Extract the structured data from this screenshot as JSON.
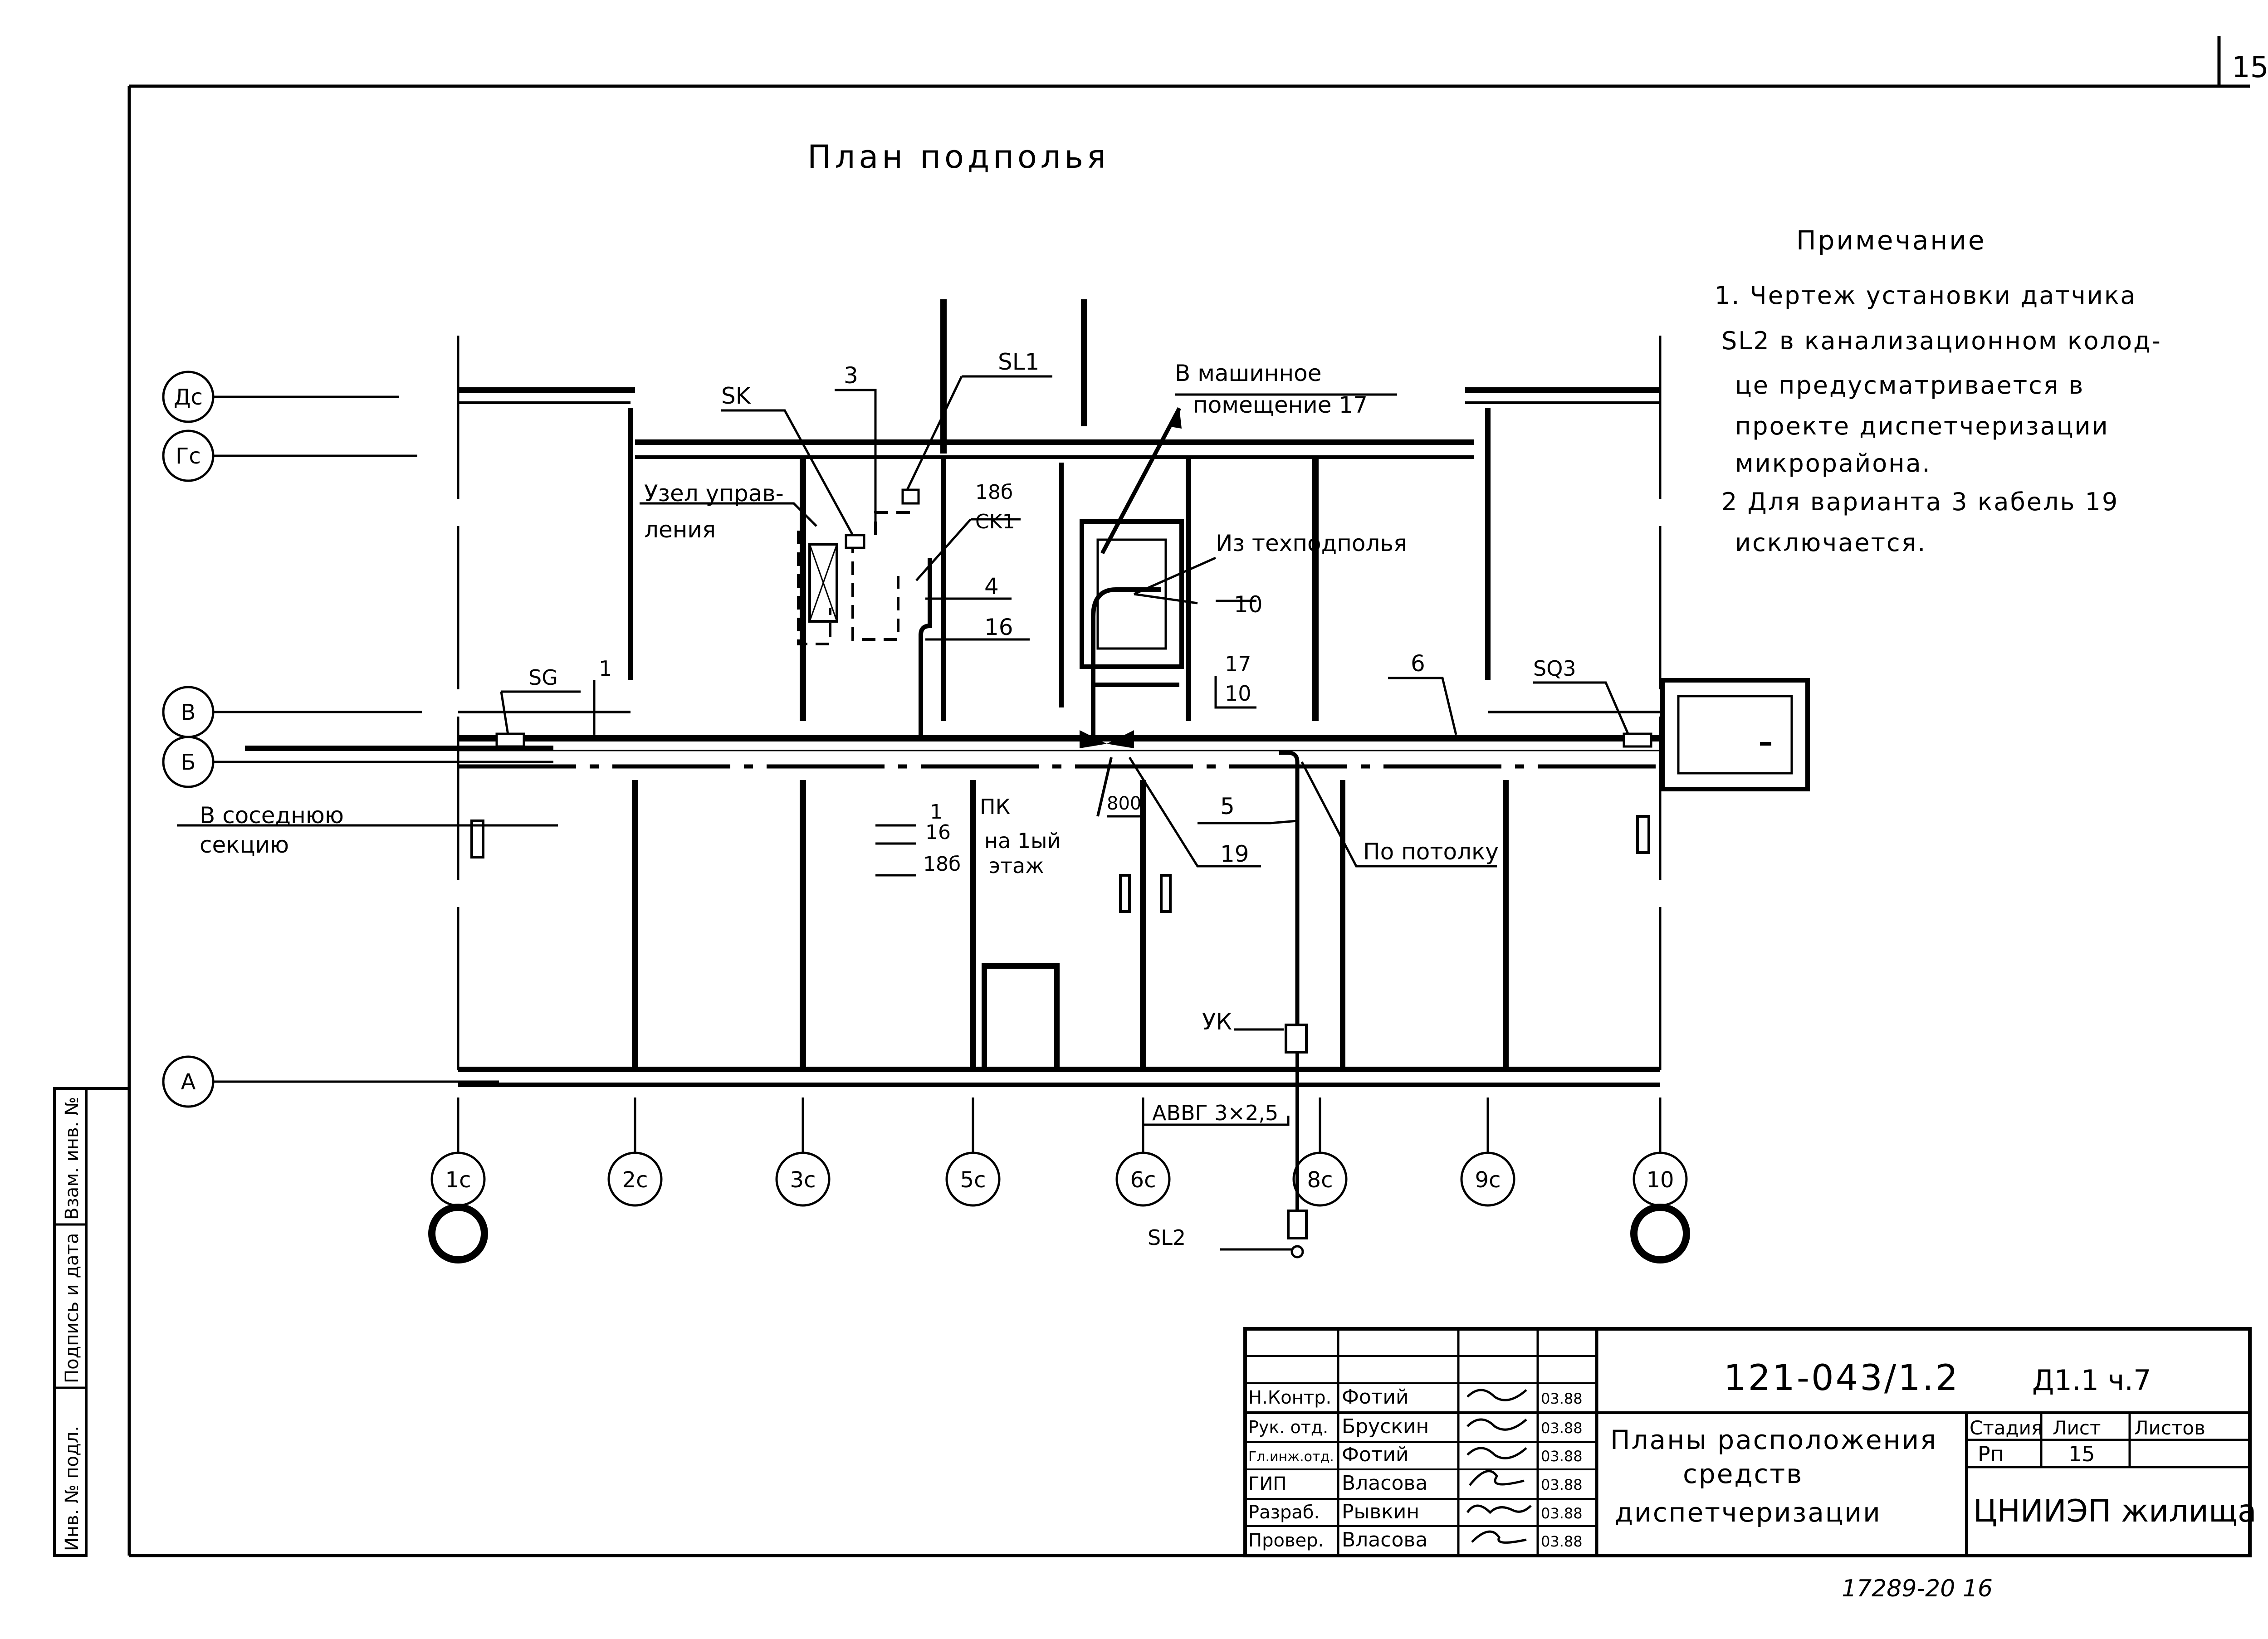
{
  "sheet": {
    "page_number": "15",
    "bottom_stamp": "17289-20  16"
  },
  "plan": {
    "title": "План подполья"
  },
  "note": {
    "heading": "Примечание",
    "lines": [
      "1. Чертеж установки датчика",
      "SL2 в канализационном колод-",
      "це предусматривается в",
      "проекте диспетчеризации",
      "микрорайона.",
      "2 Для варианта 3 кабель 19",
      "исключается."
    ]
  },
  "axes_rows": [
    "Дс",
    "Гс",
    "В",
    "Б",
    "А"
  ],
  "axes_columns": [
    "1с",
    "2с",
    "3с",
    "5с",
    "6с",
    "8с",
    "9с",
    "10"
  ],
  "labels": {
    "sk": "SK",
    "n3": "3",
    "sl1": "SL1",
    "to_machine_1": "В машинное",
    "to_machine_2": "помещение 17",
    "control_node_1": "Узел управ-",
    "control_node_2": "ления",
    "n18b": "18б",
    "ck1": "CK1",
    "n4": "4",
    "n16": "16",
    "from_tech_1": "Из техподполья",
    "n10": "10",
    "n17": "17",
    "n10b": "10",
    "n6": "6",
    "sq3": "SQ3",
    "sg": "SG",
    "n1": "1",
    "to_section_1": "В соседнюю",
    "to_section_2": "секцию",
    "f1": "1",
    "f16": "16",
    "f18b": "18б",
    "pk": "ПК",
    "first_floor_1": "на 1ый",
    "first_floor_2": "этаж",
    "n800": "800",
    "n5": "5",
    "n19": "19",
    "ceiling": "По потолку",
    "uk": "УК",
    "cable": "АВВГ 3×2,5",
    "sl2": "SL2"
  },
  "side_stamp": [
    "Инв. № подл.",
    "Подпись и дата",
    "Взам. инв. №"
  ],
  "title_block": {
    "people": [
      {
        "role": "Н.Контр.",
        "name": "Фотий",
        "date": "03.88"
      },
      {
        "role": "Рук. отд.",
        "name": "Брускин",
        "date": "03.88"
      },
      {
        "role": "Гл.инж.отд.",
        "name": "Фотий",
        "date": "03.88"
      },
      {
        "role": "ГИП",
        "name": "Власова",
        "date": "03.88"
      },
      {
        "role": "Разраб.",
        "name": "Рывкин",
        "date": "03.88"
      },
      {
        "role": "Провер.",
        "name": "Власова",
        "date": "03.88"
      }
    ],
    "code": "121-043/1.2",
    "code_suffix": "Д1.1 ч.7",
    "title_lines": [
      "Планы расположения",
      "средств",
      "диспетчеризации"
    ],
    "stage_header": "Стадия",
    "sheet_header": "Лист",
    "sheets_header": "Листов",
    "stage": "Рп",
    "sheet": "15",
    "organization": "ЦНИИЭП жилища"
  }
}
